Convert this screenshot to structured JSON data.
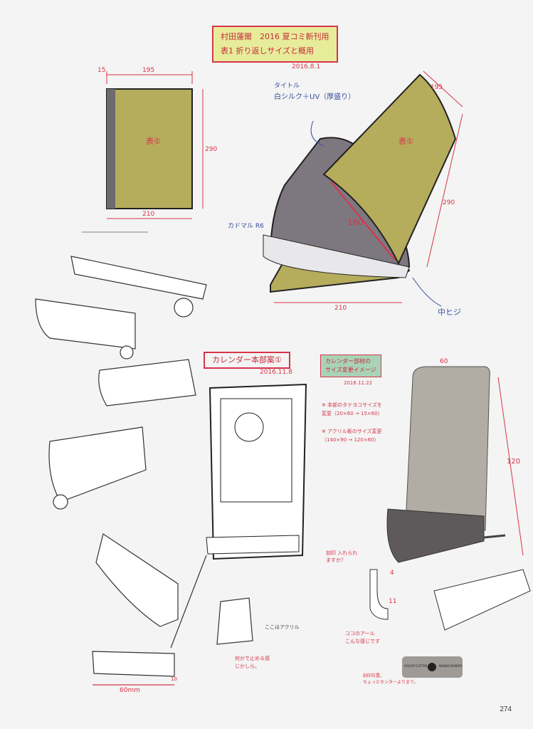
{
  "header_note": {
    "line1": "村田蓮爾　2016 夏コミ新刊用",
    "line2": "表1 折り返しサイズと概用",
    "date": "2016.8.1",
    "bg": "#e7ec9a"
  },
  "book_flat": {
    "width_top": "195",
    "spine": "15",
    "height": "290",
    "width_bottom": "210",
    "label": "表①",
    "cover_color": "#b5ac5c"
  },
  "book_open": {
    "width": "195",
    "height": "290",
    "inner": "160",
    "bottom": "210",
    "label": "表①",
    "title_note": "タイトル",
    "title_spec": "白シルク＋UV（厚盛り）",
    "corner_note": "カドマル R6",
    "hinge_note": "中ヒジ"
  },
  "calendar": {
    "title": "カレンダー本部案①",
    "date": "2016.11.8",
    "brand_left": "FAUSTA'S ETTAR.",
    "brand_right": "NANGO MURATA",
    "acrylic_note": "ここはアクリル",
    "fix_note": "何かで止める感じかしら。",
    "width_dim": "60mm",
    "height_dim": "10"
  },
  "change_note": {
    "title_line1": "カレンダー部材の",
    "title_line2": "サイズ変更イメージ",
    "date": "2016.11.22",
    "bg": "#a9d3b6",
    "item1_line1": "※ 本部のタテヨコサイズを",
    "item1_line2": "変更（20×60 → 15×60）",
    "item2_line1": "※ アクリル板のサイズ変更",
    "item2_line2": "（140×90 → 120×60）"
  },
  "stand": {
    "width": "60",
    "height": "120",
    "engrave_q": "刻印 入れられますか？",
    "dim_top": "4",
    "dim_main": "11",
    "radius_note_1": "ココのアール",
    "radius_note_2": "こんな感じです",
    "engrave_pos_1": "刻印位置。",
    "engrave_pos_2": "ちょっとセンターよりまで。"
  },
  "page_number": "274"
}
